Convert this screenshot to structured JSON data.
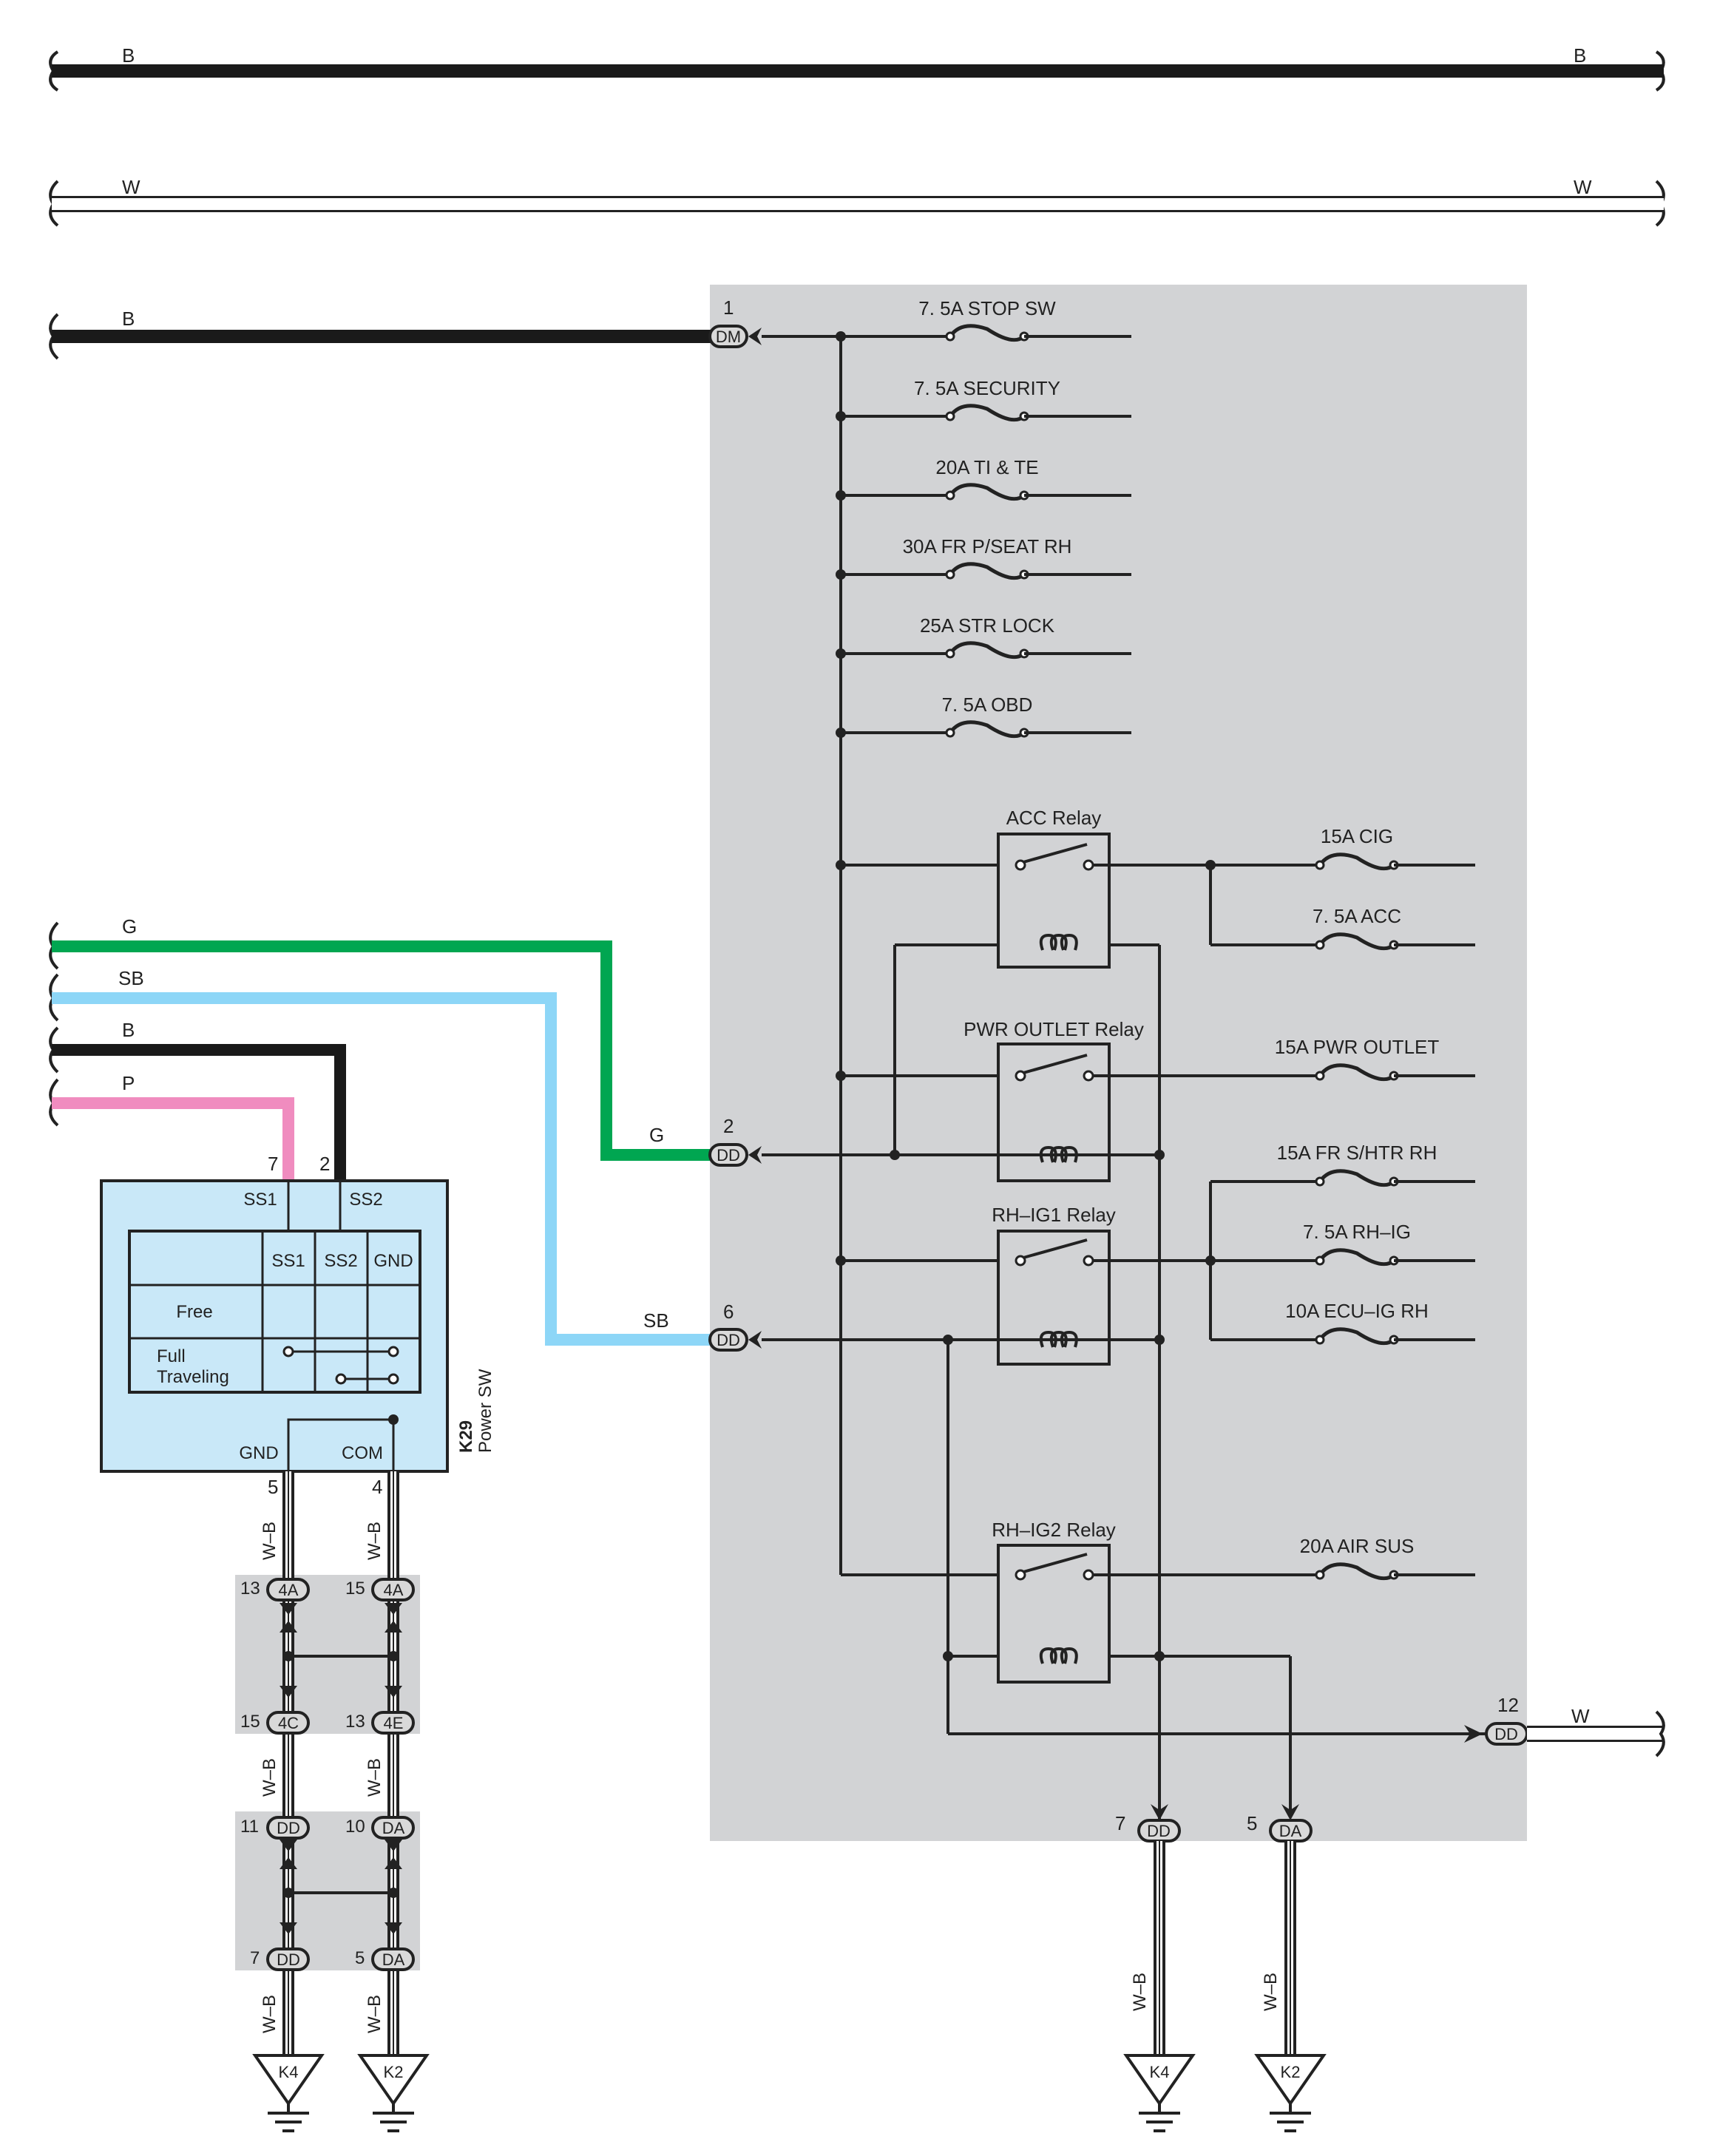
{
  "colors": {
    "black_wire": "#1a1a1a",
    "green_wire": "#00a651",
    "skyblue_wire": "#8dd6f7",
    "pink_wire": "#f08cbf",
    "junction_block_fill": "#d2d3d5",
    "power_switch_fill": "#c9e8f8",
    "connector_gray": "#d9d9d9"
  },
  "top_wires": {
    "b_label_left": "B",
    "b_label_right": "B",
    "w_label_left": "W",
    "w_label_right": "W"
  },
  "junction_block": {
    "pins": {
      "dm1_num": "1",
      "dm1_code": "DM",
      "dm1_wire": "B",
      "dd2_num": "2",
      "dd2_code": "DD",
      "dd2_wire": "G",
      "dd6_num": "6",
      "dd6_code": "DD",
      "dd6_wire": "SB",
      "dd12_num": "12",
      "dd12_code": "DD",
      "dd12_wire": "W",
      "dd7_num": "7",
      "dd7_code": "DD",
      "da5_num": "5",
      "da5_code": "DA"
    },
    "fuses": [
      "7. 5A STOP SW",
      "7. 5A SECURITY",
      "20A TI & TE",
      "30A FR P/SEAT RH",
      "25A STR LOCK",
      "7. 5A OBD"
    ],
    "relays": {
      "acc": "ACC Relay",
      "pwr_outlet": "PWR OUTLET Relay",
      "rh_ig1": "RH–IG1 Relay",
      "rh_ig2": "RH–IG2 Relay"
    },
    "relay_fuses": {
      "cig": "15A CIG",
      "acc": "7. 5A ACC",
      "pwr_outlet": "15A PWR OUTLET",
      "fr_shtr": "15A FR S/HTR RH",
      "rh_ig": "7. 5A RH–IG",
      "ecu_ig": "10A ECU–IG RH",
      "air_sus": "20A AIR SUS"
    }
  },
  "left_wires": {
    "g": "G",
    "sb": "SB",
    "b": "B",
    "p": "P",
    "pin_p": "7",
    "pin_b": "2"
  },
  "power_switch": {
    "code": "K29",
    "name": "Power SW",
    "ss1_top": "SS1",
    "ss2_top": "SS2",
    "hdr_ss1": "SS1",
    "hdr_ss2": "SS2",
    "hdr_gnd": "GND",
    "row_free": "Free",
    "row_full_1": "Full",
    "row_full_2": "Traveling",
    "gnd_label": "GND",
    "com_label": "COM",
    "pin_gnd": "5",
    "pin_com": "4"
  },
  "ground_chain": {
    "wire_label": "W–B",
    "c4a_left_num": "13",
    "c4a_left_code": "4A",
    "c4a_right_num": "15",
    "c4a_right_code": "4A",
    "c4c_num": "15",
    "c4c_code": "4C",
    "c4e_num": "13",
    "c4e_code": "4E",
    "dd11_num": "11",
    "dd11_code": "DD",
    "da10_num": "10",
    "da10_code": "DA",
    "dd7_num": "7",
    "dd7_code": "DD",
    "da5_num": "5",
    "da5_code": "DA"
  },
  "grounds": {
    "k4": "K4",
    "k2": "K2",
    "k4_right": "K4",
    "k2_right": "K2"
  }
}
